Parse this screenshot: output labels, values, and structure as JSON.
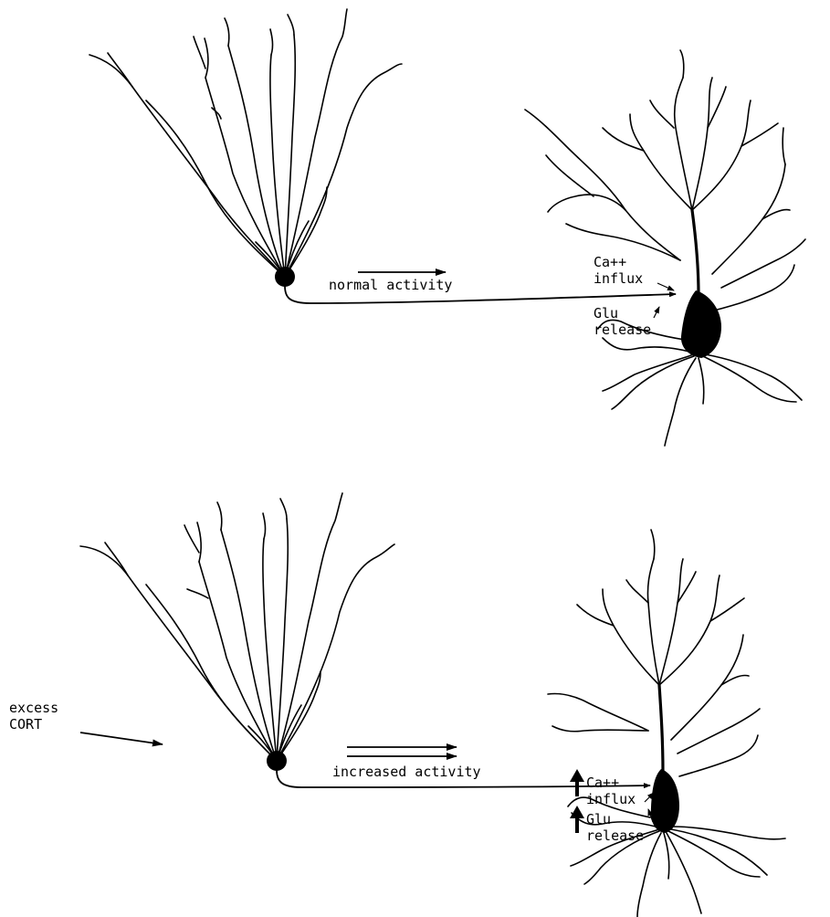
{
  "panels": [
    {
      "activity_label": "normal activity",
      "ca_line1": "Ca++",
      "ca_line2": "influx",
      "glu_line1": "Glu",
      "glu_line2": "release"
    },
    {
      "stimulus_line1": "excess",
      "stimulus_line2": "CORT",
      "activity_label": "increased activity",
      "ca_line1": "Ca++",
      "ca_line2": "influx",
      "glu_line1": "Glu",
      "glu_line2": "release"
    }
  ],
  "colors": {
    "ink": "#000000",
    "background": "#ffffff"
  }
}
